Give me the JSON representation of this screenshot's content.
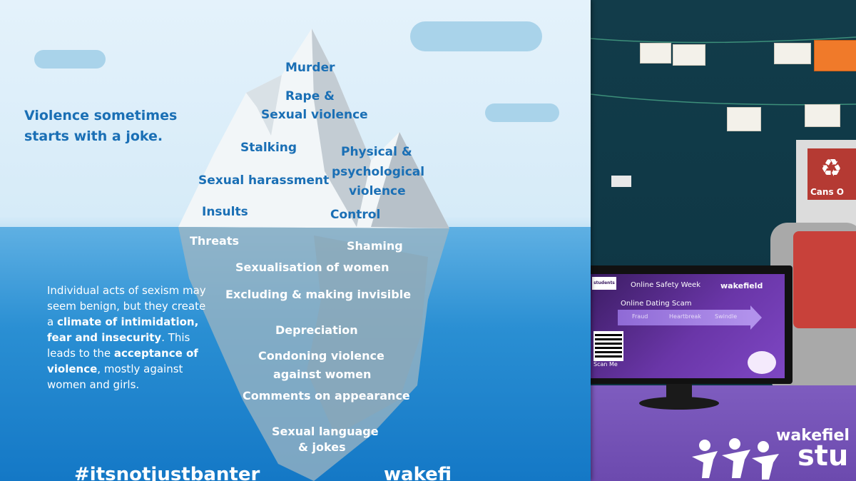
{
  "banner": {
    "headline": "Violence sometimes starts with a joke.",
    "above_water": [
      "Murder",
      "Rape &",
      "Sexual violence",
      "Stalking",
      "Physical &",
      "psychological",
      "violence",
      "Sexual harassment",
      "Insults",
      "Control"
    ],
    "below_water": [
      "Threats",
      "Shaming",
      "Sexualisation of women",
      "Excluding & making invisible",
      "Depreciation",
      "Condoning violence",
      "against women",
      "Comments on appearance",
      "Sexual language",
      "& jokes"
    ],
    "paragraph": {
      "p1": "Individual acts of sexism may seem benign, but they create a ",
      "b1": "climate of intimidation, fear and insecurity",
      "p2": ". This leads to the ",
      "b2": "acceptance of violence",
      "p3": ", mostly against women and girls."
    },
    "hashtag": "#itsnotjustbanter",
    "logo_fragment": "wakefi"
  },
  "screen": {
    "title": "Online Safety Week",
    "brand": "wakefield",
    "subtitle": "Online Dating Scam",
    "arrow_words": [
      "Fraud",
      "Heartbreak",
      "Swindle"
    ],
    "scan": "Scan Me",
    "corner_logo": "students"
  },
  "bin": {
    "label": "Cans O"
  },
  "table": {
    "logo_line1": "wakefiel",
    "logo_line2": "stu"
  },
  "colors": {
    "banner_text": "#1a6fb5",
    "water": "#1478c6",
    "table": "#6c4aae",
    "screen": "#6a36a8"
  }
}
